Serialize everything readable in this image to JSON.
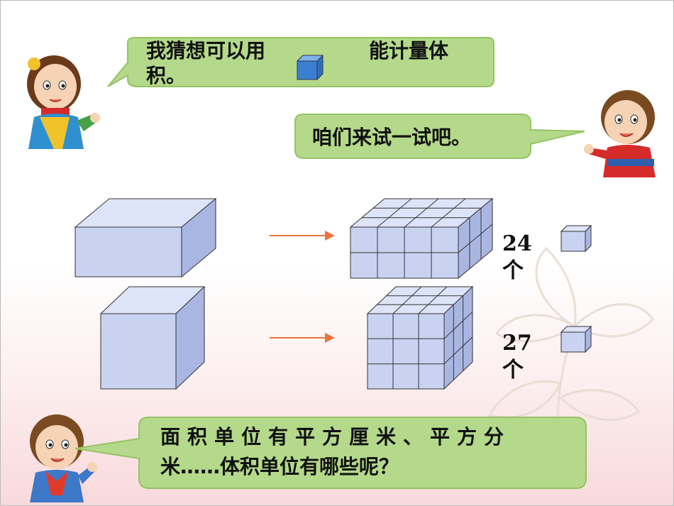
{
  "slide": {
    "bubble_girl": {
      "line1_before": "我猜想可以用",
      "line1_after": "能计量体",
      "line2": "积。"
    },
    "bubble_boy_right": {
      "text": "咱们来试一试吧。"
    },
    "rows": [
      {
        "count": "24",
        "unit": "个"
      },
      {
        "count": "27",
        "unit": "个"
      }
    ],
    "bubble_boy_bottom": {
      "line1": "面积单位有平方厘米、平方分",
      "line2": "米……体积单位有哪些呢？"
    }
  },
  "colors": {
    "bubble_fill": "#b4d98a",
    "bubble_stroke": "#96c366",
    "cube_front": "#c9d3f1",
    "cube_top": "#dde3f8",
    "cube_side": "#aab6e2",
    "arrow": "#e8733f",
    "unit_cube": "#3a7fd0"
  }
}
